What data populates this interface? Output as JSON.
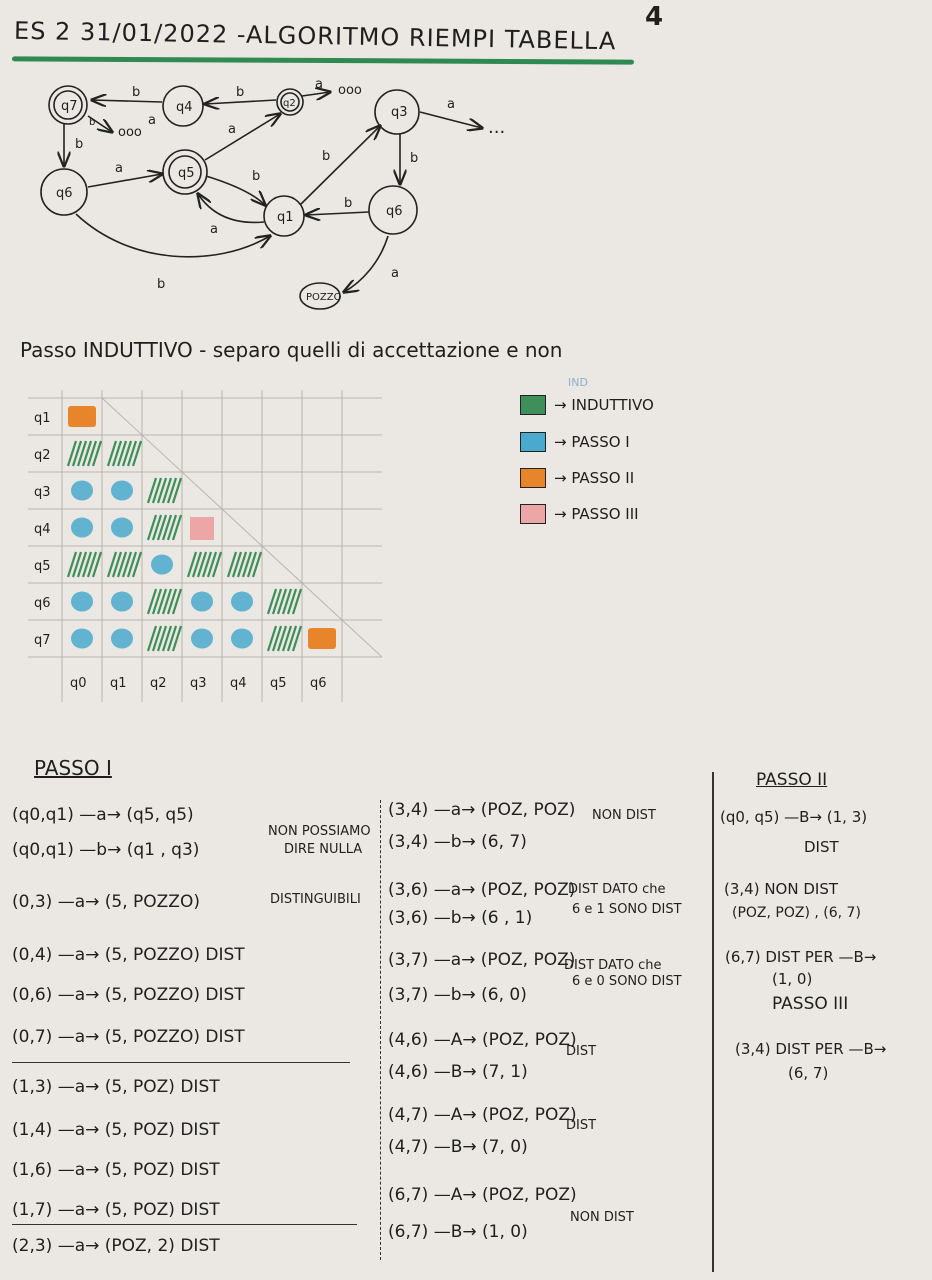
{
  "header": {
    "title": "ES 2  31/01/2022 -ALGORITMO RIEMPI TABELLA",
    "mark": "4"
  },
  "automaton": {
    "states": [
      "q7",
      "q4",
      "q2",
      "q3",
      "q6",
      "q5",
      "q1",
      "q6",
      "POZZO"
    ],
    "edge_labels": [
      "b",
      "b",
      "b",
      "a",
      "b",
      "a",
      "b",
      "b",
      "a",
      "a",
      "b",
      "a",
      "a",
      "b"
    ],
    "ellipsis": [
      "ooo",
      "ooo",
      "..."
    ]
  },
  "induction_note": "Passo INDUTTIVO - separo quelli di accettazione e non",
  "table": {
    "row_labels": [
      "q1",
      "q2",
      "q3",
      "q4",
      "q5",
      "q6",
      "q7"
    ],
    "col_labels": [
      "q0",
      "q1",
      "q2",
      "q3",
      "q4",
      "q5",
      "q6"
    ],
    "cells": [
      [
        "passo2"
      ],
      [
        "ind",
        "ind"
      ],
      [
        "passo1",
        "passo1",
        "ind"
      ],
      [
        "passo1",
        "passo1",
        "ind",
        "passo3"
      ],
      [
        "ind",
        "ind",
        "passo1",
        "ind",
        "ind"
      ],
      [
        "passo1",
        "passo1",
        "ind",
        "passo1",
        "passo1",
        "ind"
      ],
      [
        "passo1",
        "passo1",
        "ind",
        "passo1",
        "passo1",
        "ind",
        "passo2"
      ]
    ]
  },
  "legend": {
    "header": "IND",
    "items": [
      {
        "key": "ind",
        "label": "→ INDUTTIVO",
        "color": "#3f8f5a"
      },
      {
        "key": "passo1",
        "label": "→ PASSO I",
        "color": "#4aa9cc"
      },
      {
        "key": "passo2",
        "label": "→ PASSO II",
        "color": "#e8842a"
      },
      {
        "key": "passo3",
        "label": "→ PASSO III",
        "color": "#eda6a6"
      }
    ]
  },
  "passo1": {
    "title": "PASSO I",
    "col1": [
      "(q0,q1) —a→ (q5, q5)",
      "(q0,q1) —b→ (q1 , q3)",
      "(0,3) —a→ (5, POZZO)",
      "(0,4) —a→ (5, POZZO)  DIST",
      "(0,6) —a→ (5, POZZO)  DIST",
      "(0,7) —a→ (5, POZZO) DIST",
      "(1,3) —a→ (5, POZ)  DIST",
      "(1,4) —a→ (5, POZ)  DIST",
      "(1,6) —a→ (5, POZ)  DIST",
      "(1,7) —a→ (5, POZ) DIST",
      "(2,3) —a→ (POZ, 2)  DIST"
    ],
    "notes": [
      "NON POSSIAMO",
      "DIRE NULLA",
      "DISTINGUIBILI"
    ],
    "col2": [
      "(3,4) —a→ (POZ, POZ)",
      "(3,4) —b→ (6, 7)",
      "(3,6) —a→ (POZ, POZ)",
      "(3,6) —b→ (6 , 1)",
      "(3,7) —a→ (POZ, POZ)",
      "(3,7) —b→ (6, 0)",
      "(4,6) —A→ (POZ, POZ)",
      "(4,6) —B→ (7, 1)",
      "(4,7) —A→ (POZ, POZ)",
      "(4,7) —B→ (7, 0)",
      "(6,7) —A→ (POZ, POZ)",
      "(6,7) —B→ (1, 0)"
    ],
    "col2_notes": [
      "NON DIST",
      "DIST DATO che",
      "6 e 1 SONO DIST",
      "DIST DATO che",
      "6 e 0 SONO DIST",
      "DIST",
      "DIST",
      "NON DIST"
    ]
  },
  "passo2": {
    "title": "PASSO II",
    "lines": [
      "(q0, q5) —B→ (1, 3)",
      "DIST",
      "(3,4)   NON DIST",
      "(POZ, POZ) , (6, 7)",
      "(6,7)  DIST PER —B→",
      "(1, 0)"
    ]
  },
  "passo3": {
    "title": "PASSO III",
    "lines": [
      "(3,4) DIST PER —B→",
      "(6, 7)"
    ]
  }
}
